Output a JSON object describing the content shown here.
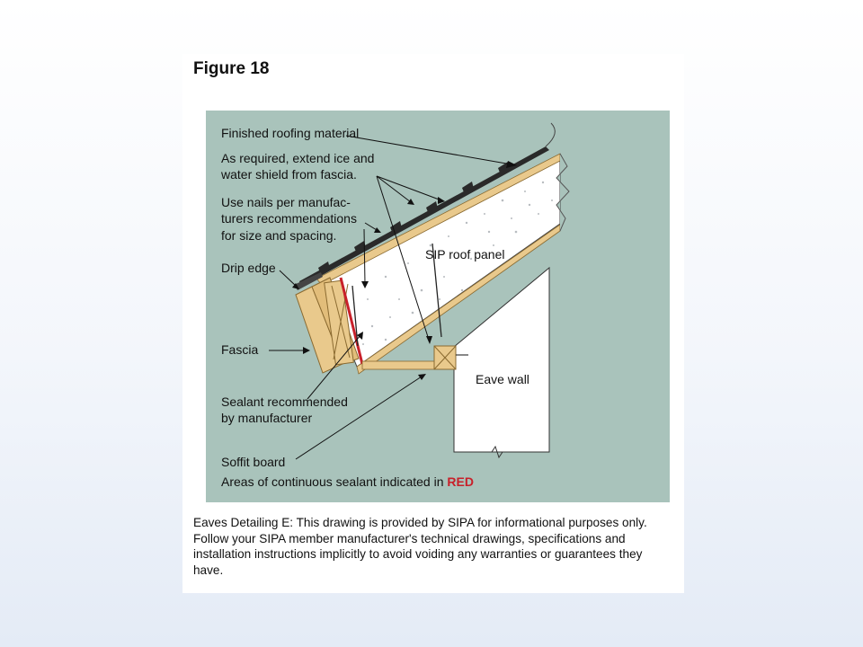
{
  "figure_title": "Figure 18",
  "labels": {
    "roofing": "Finished roofing material",
    "ice_shield_1": "As required, extend ice and",
    "ice_shield_2": "water shield from fascia.",
    "nails_1": "Use nails per manufac-",
    "nails_2": "turers recommendations",
    "nails_3": "for size and spacing.",
    "drip_edge": "Drip edge",
    "fascia": "Fascia",
    "sealant_1": "Sealant recommended",
    "sealant_2": "by manufacturer",
    "soffit": "Soffit board",
    "note_prefix": "Areas of continuous sealant indicated in ",
    "note_red": "RED",
    "sip_panel": "SIP roof panel",
    "eave_wall": "Eave wall"
  },
  "caption": "Eaves Detailing E: This drawing is provided by SIPA for informational purposes only. Follow your SIPA member manufacturer's technical drawings, specifications and installation instructions implicitly to avoid voiding any warranties or guarantees they have.",
  "colors": {
    "diagram_background": "#a9c3bb",
    "sealant": "#c8202a",
    "lumber": "#e9c98c",
    "panel": "#ffffff",
    "wall": "#ffffff"
  }
}
